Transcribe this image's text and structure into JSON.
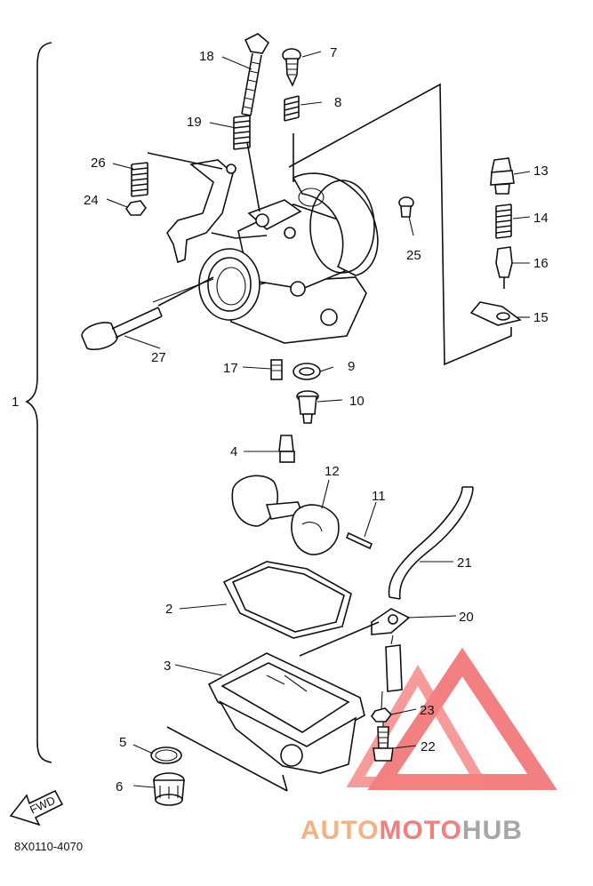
{
  "diagram": {
    "labels": {
      "l1": "1",
      "l2": "2",
      "l3": "3",
      "l4": "4",
      "l5": "5",
      "l6": "6",
      "l7": "7",
      "l8": "8",
      "l9": "9",
      "l10": "10",
      "l11": "11",
      "l12": "12",
      "l13": "13",
      "l14": "14",
      "l15": "15",
      "l16": "16",
      "l17": "17",
      "l18": "18",
      "l19": "19",
      "l20": "20",
      "l21": "21",
      "l22": "22",
      "l23": "23",
      "l24": "24",
      "l25": "25",
      "l26": "26",
      "l27": "27"
    },
    "fwd_label": "FWD",
    "drawing_code": "8X0110-4070"
  },
  "watermark": {
    "part1": "AUTO",
    "part2": "MOTO",
    "part3": "HUB",
    "colors": {
      "auto": "#f4b183",
      "moto": "#f08080",
      "hub": "#a6a6a6",
      "logo": "#f26b6b"
    }
  }
}
